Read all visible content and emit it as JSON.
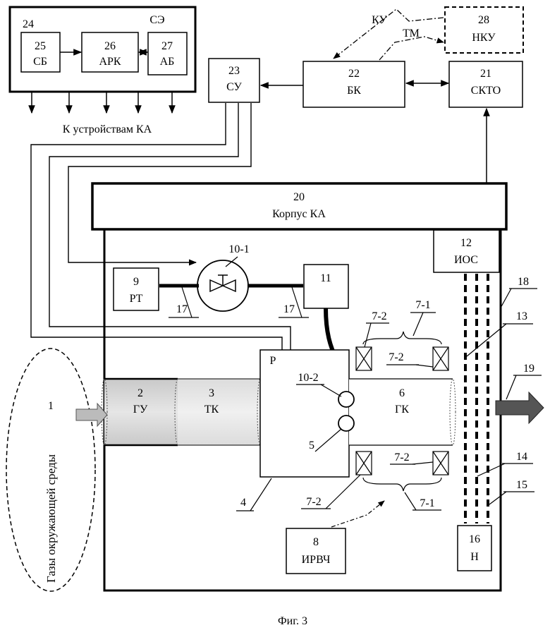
{
  "caption": "Фиг. 3",
  "blocks": {
    "se_group_num": "24",
    "se_group_tag": "СЭ",
    "sb": {
      "num": "25",
      "abbr": "СБ"
    },
    "ark": {
      "num": "26",
      "abbr": "АРК"
    },
    "ab": {
      "num": "27",
      "abbr": "АБ"
    },
    "su": {
      "num": "23",
      "abbr": "СУ"
    },
    "bk": {
      "num": "22",
      "abbr": "БК"
    },
    "nku": {
      "num": "28",
      "abbr": "НКУ"
    },
    "skto": {
      "num": "21",
      "abbr": "СКТО"
    },
    "body": {
      "num": "20",
      "title": "Корпус КА"
    },
    "ios": {
      "num": "12",
      "abbr": "ИОС"
    },
    "rt": {
      "num": "9",
      "abbr": "РТ"
    },
    "valve": {
      "num": "10-1"
    },
    "box11": {
      "num": "11"
    },
    "gu": {
      "num": "2",
      "abbr": "ГУ"
    },
    "tk": {
      "num": "3",
      "abbr": "ТК"
    },
    "gk": {
      "num": "6",
      "abbr": "ГК"
    },
    "irvch": {
      "num": "8",
      "abbr": "ИРВЧ"
    },
    "n": {
      "num": "16",
      "abbr": "Н"
    },
    "ambient": {
      "num": "1",
      "text": "Газы окружающей среды"
    }
  },
  "links": {
    "ku": "КУ",
    "tm": "ТМ",
    "to_devices": "К устройствам КА"
  },
  "callouts": {
    "c_p": "Р",
    "c_4": "4",
    "c_5": "5",
    "c_10_2": "10-2",
    "c_17a": "17",
    "c_17b": "17",
    "c_7_2_tl": "7-2",
    "c_7_1_t": "7-1",
    "c_7_2_tr": "7-2",
    "c_7_2_bl": "7-2",
    "c_7_2_br": "7-2",
    "c_7_1_b": "7-1",
    "c_13": "13",
    "c_14": "14",
    "c_15": "15",
    "c_18": "18",
    "c_19": "19"
  }
}
